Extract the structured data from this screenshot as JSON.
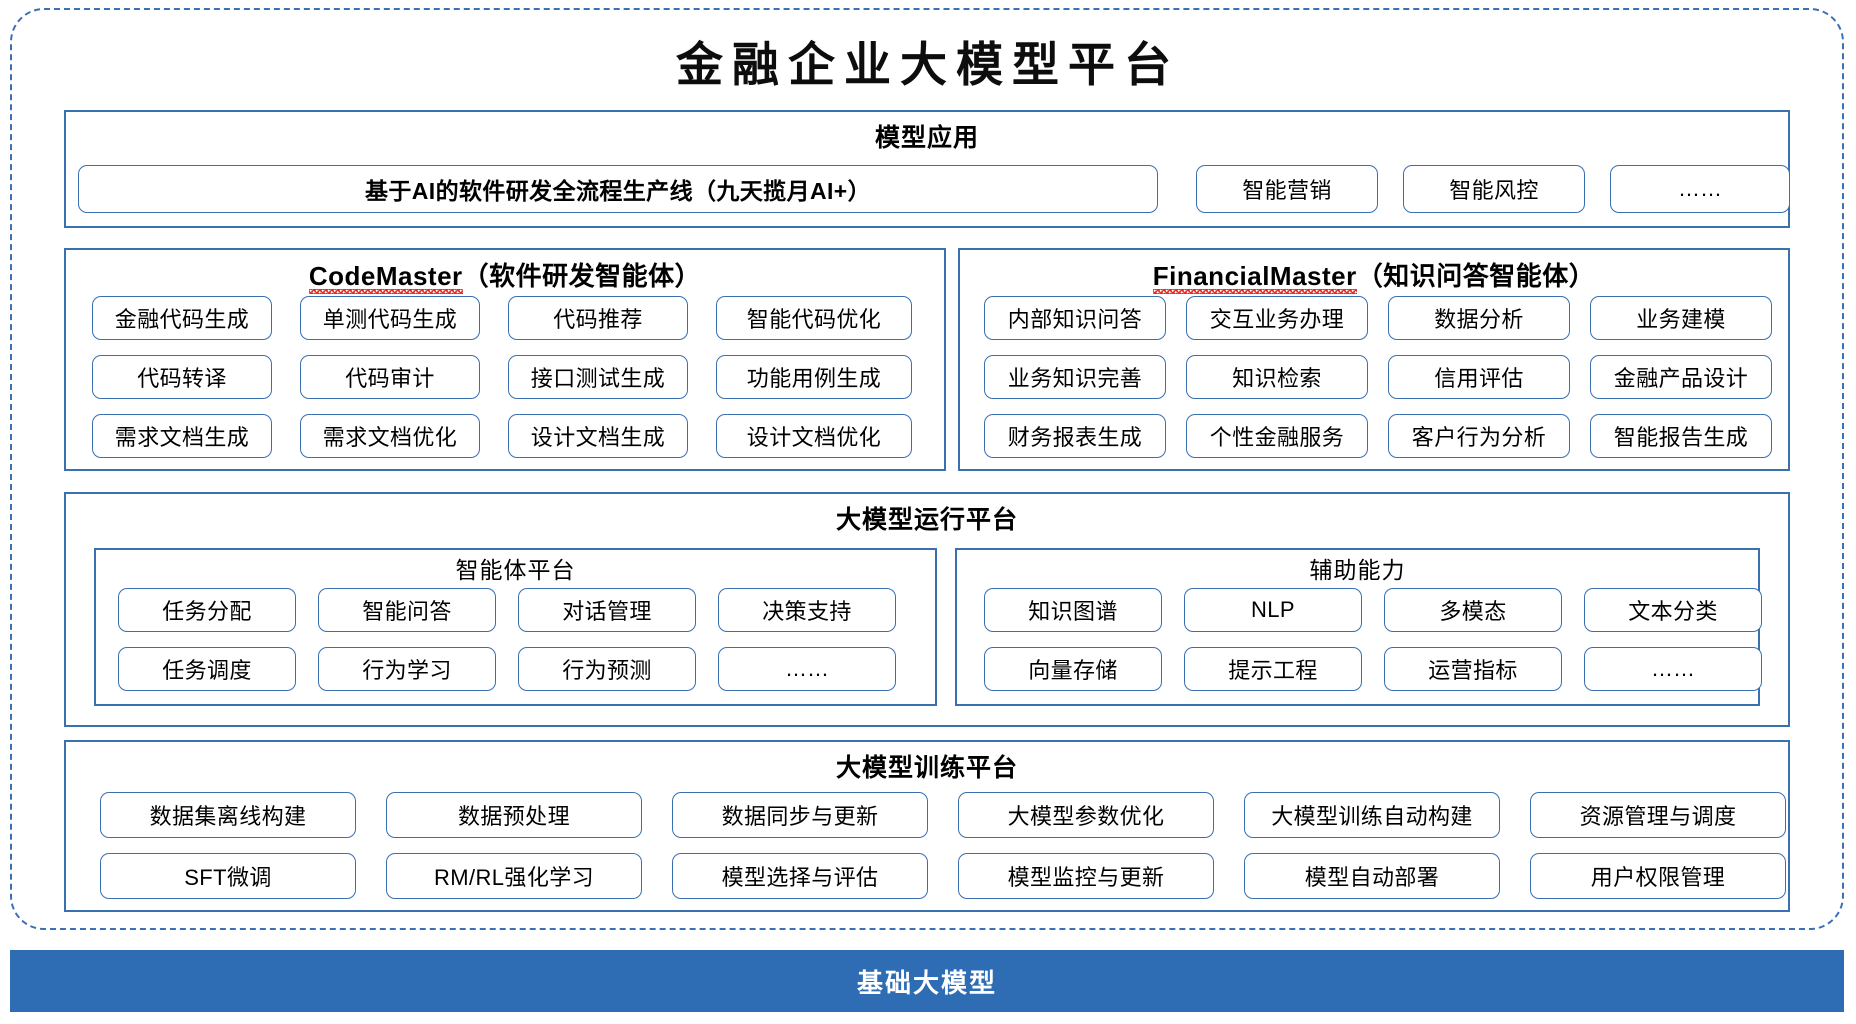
{
  "title": "金融企业大模型平台",
  "base_layer": {
    "label": "基础大模型",
    "color": "#2E6DB4"
  },
  "colors": {
    "border": "#3A6FB0",
    "dashed": "#3B6FB6",
    "accent": "#2E6DB4",
    "spellcheck": "#e8201a"
  },
  "sections": {
    "model_application": {
      "title": "模型应用",
      "items": [
        "基于AI的软件研发全流程生产线（九天揽月AI+）",
        "智能营销",
        "智能风控",
        "……"
      ]
    },
    "code_master": {
      "name": "CodeMaster",
      "subtitle": "（软件研发智能体）",
      "items": [
        "金融代码生成",
        "单测代码生成",
        "代码推荐",
        "智能代码优化",
        "代码转译",
        "代码审计",
        "接口测试生成",
        "功能用例生成",
        "需求文档生成",
        "需求文档优化",
        "设计文档生成",
        "设计文档优化"
      ]
    },
    "financial_master": {
      "name": "FinancialMaster",
      "subtitle": "（知识问答智能体）",
      "items": [
        "内部知识问答",
        "交互业务办理",
        "数据分析",
        "业务建模",
        "业务知识完善",
        "知识检索",
        "信用评估",
        "金融产品设计",
        "财务报表生成",
        "个性金融服务",
        "客户行为分析",
        "智能报告生成"
      ]
    },
    "runtime_platform": {
      "title": "大模型运行平台",
      "agent_platform": {
        "title": "智能体平台",
        "items": [
          "任务分配",
          "智能问答",
          "对话管理",
          "决策支持",
          "任务调度",
          "行为学习",
          "行为预测",
          "……"
        ]
      },
      "auxiliary": {
        "title": "辅助能力",
        "items": [
          "知识图谱",
          "NLP",
          "多模态",
          "文本分类",
          "向量存储",
          "提示工程",
          "运营指标",
          "……"
        ]
      }
    },
    "training_platform": {
      "title": "大模型训练平台",
      "items": [
        "数据集离线构建",
        "数据预处理",
        "数据同步与更新",
        "大模型参数优化",
        "大模型训练自动构建",
        "资源管理与调度",
        "SFT微调",
        "RM/RL强化学习",
        "模型选择与评估",
        "模型监控与更新",
        "模型自动部署",
        "用户权限管理"
      ]
    }
  }
}
